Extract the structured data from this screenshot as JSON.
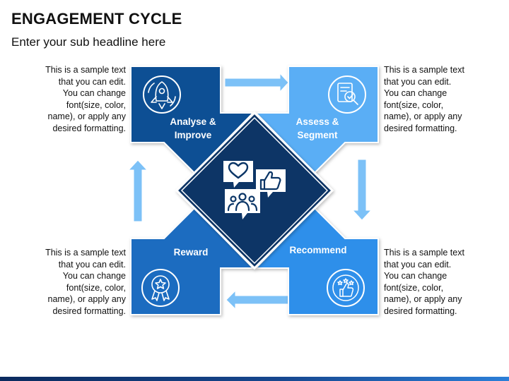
{
  "header": {
    "title": "ENGAGEMENT CYCLE",
    "subtitle": "Enter your sub headline here"
  },
  "colors": {
    "analyse": "#0d4f94",
    "assess": "#5aaef5",
    "recommend": "#2f8fea",
    "reward": "#1b6cc0",
    "center": "#0a3566",
    "arrow": "#7cc1f7"
  },
  "stages": [
    {
      "id": "analyse",
      "line1": "Analyse &",
      "line2": "Improve",
      "icon": "rocket-icon"
    },
    {
      "id": "assess",
      "line1": "Assess &",
      "line2": "Segment",
      "icon": "document-magnifier-icon"
    },
    {
      "id": "recommend",
      "line1": "Recommend",
      "icon": "rating-thumbs-up-icon"
    },
    {
      "id": "reward",
      "line1": "Reward",
      "icon": "award-medal-icon"
    }
  ],
  "center": {
    "icon": "social-engagement-icon"
  },
  "notes": {
    "top_left": [
      "This is a sample text",
      "that you can edit.",
      "You can change",
      "font(size, color,",
      "name), or apply any",
      "desired formatting."
    ],
    "top_right": [
      "This is a sample text",
      "that you can edit.",
      "You can change",
      "font(size, color,",
      "name), or apply any",
      "desired formatting."
    ],
    "bottom_left": [
      "This is a sample text",
      "that you can edit.",
      "You can change",
      "font(size, color,",
      "name), or apply any",
      "desired formatting."
    ],
    "bottom_right": [
      "This is a sample text",
      "that you can edit.",
      "You can change",
      "font(size, color,",
      "name), or apply any",
      "desired formatting."
    ]
  }
}
